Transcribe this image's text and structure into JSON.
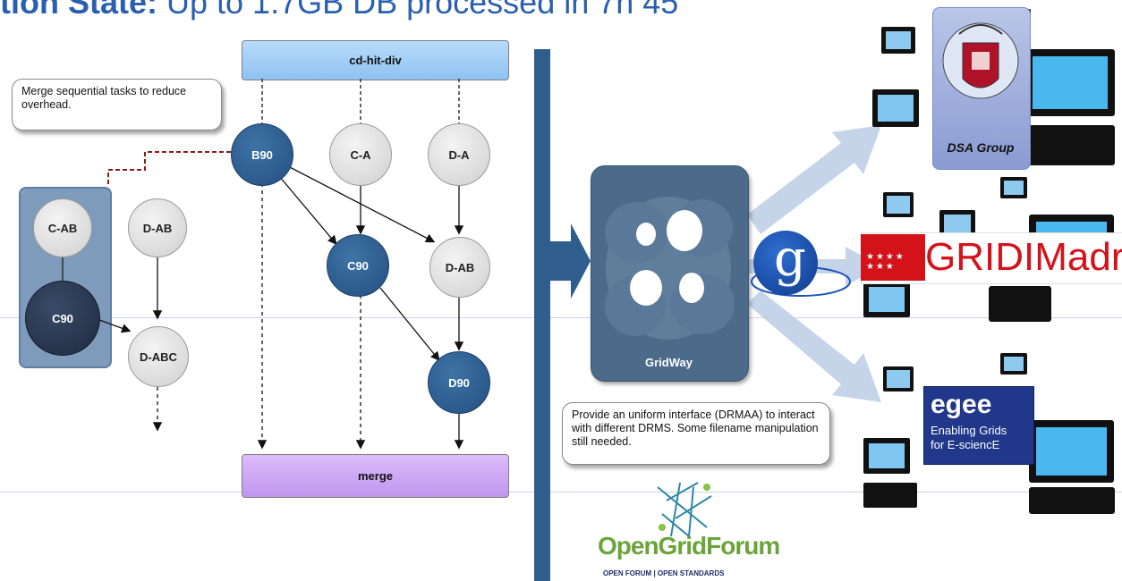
{
  "title": {
    "bold": "tion State:",
    "rest": " Up to 1.7GB DB processed in 7h 45'"
  },
  "bars": {
    "top": "cd-hit-div",
    "bottom": "merge"
  },
  "callouts": {
    "merge": "Merge sequential tasks to reduce overhead.",
    "drmaa": "Provide an uniform interface (DRMAA) to interact with different DRMS. Some filename manipulation still needed."
  },
  "nodes": {
    "c_ab": "C-AB",
    "c90_left": "C90",
    "d_ab_left": "D-AB",
    "d_abc": "D-ABC",
    "b90": "B90",
    "c_a": "C-A",
    "d_a": "D-A",
    "c90": "C90",
    "d_ab": "D-AB",
    "d90": "D90"
  },
  "gridway": {
    "label": "GridWay"
  },
  "sites": {
    "dsa": "DSA Group",
    "gridimadrid": "GRIDIMadrid",
    "egee_logo": "egee",
    "egee_line1": "Enabling Grids",
    "egee_line2": "for E-sciencE"
  },
  "ogf": {
    "name": "OpenGridForum",
    "tagline": "OPEN FORUM | OPEN STANDARDS"
  },
  "colors": {
    "title": "#2a5fb0",
    "top_bar": "#9dc9f5",
    "bottom_bar": "#c9a0f0",
    "node_blue": "#2b5d8f",
    "node_dark": "#25334d",
    "group_box": "#7f9bbb",
    "divider": "#2f5d8e",
    "gridway": "#4c6b8a",
    "egee": "#20378a",
    "gridimadrid_red": "#d4121a"
  },
  "icons": [
    "monitor-icon",
    "grid-logo-icon",
    "university-crest-icon",
    "madrid-flag-icon",
    "ogf-mesh-icon"
  ]
}
